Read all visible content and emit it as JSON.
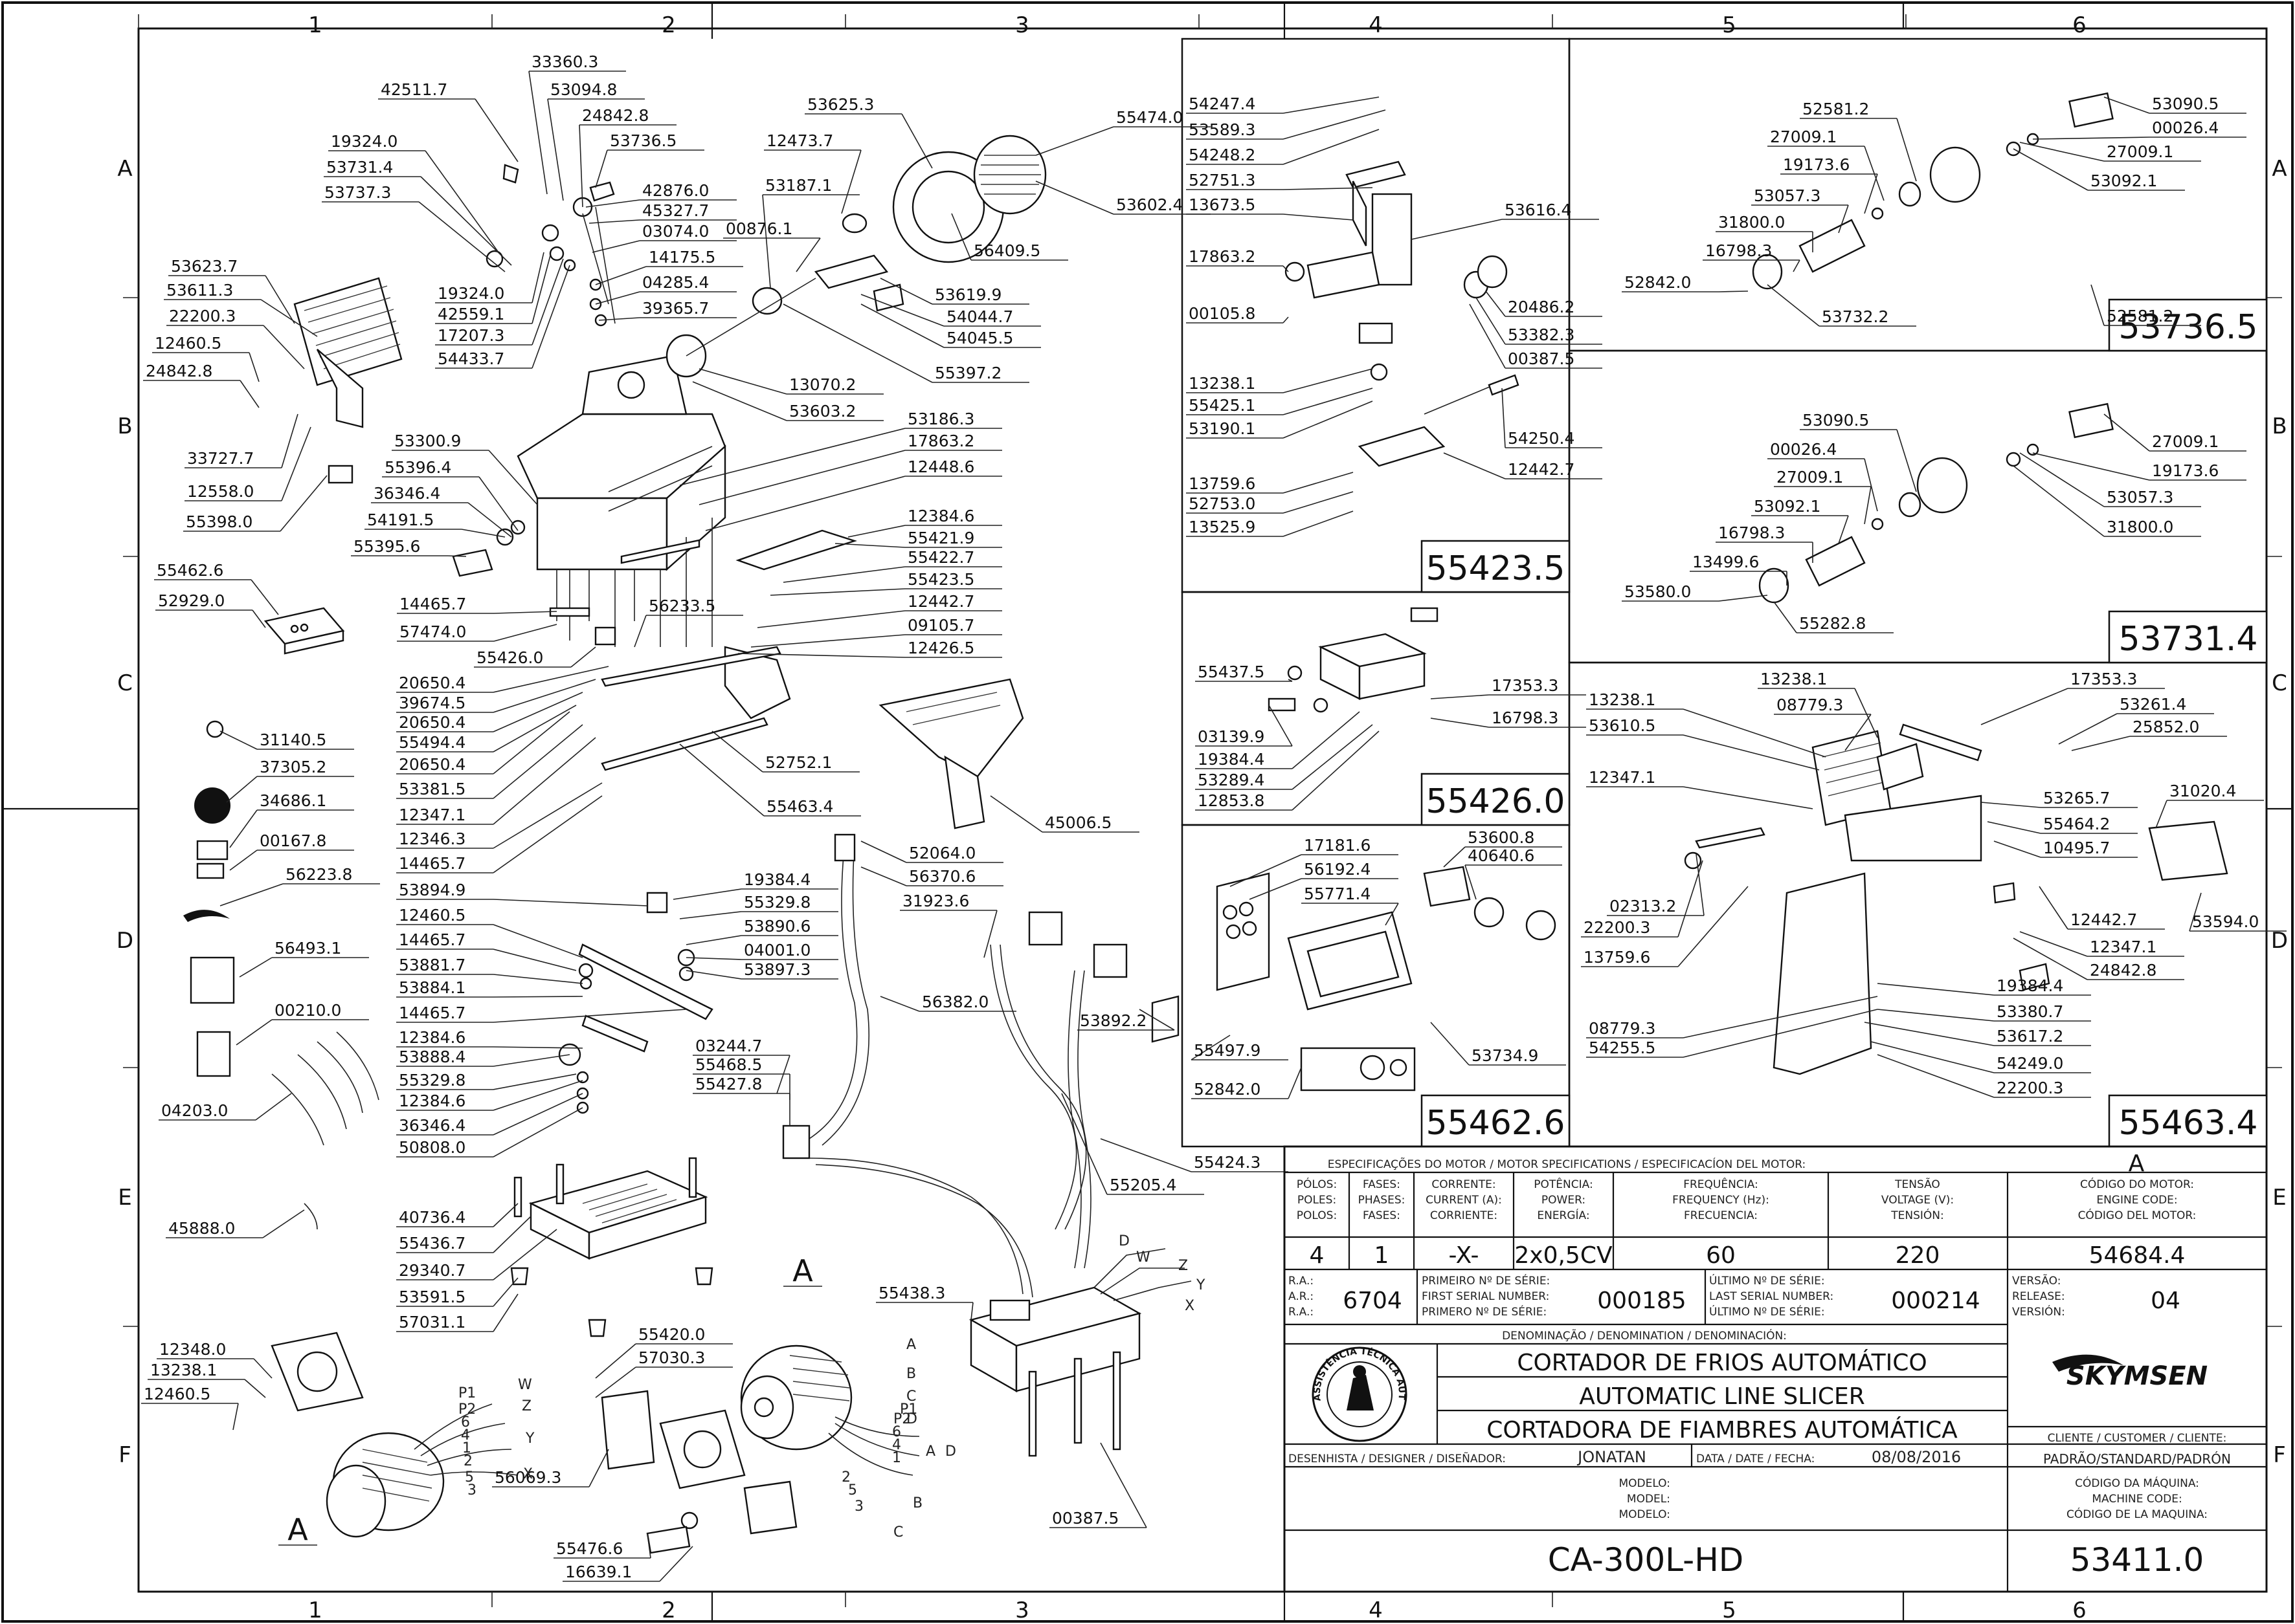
{
  "grid": {
    "columns": [
      "1",
      "2",
      "3",
      "4",
      "5",
      "6"
    ],
    "rows": [
      "A",
      "B",
      "C",
      "D",
      "E",
      "F"
    ]
  },
  "groups": [
    {
      "id": "g55423",
      "code": "55423.5"
    },
    {
      "id": "g55426",
      "code": "55426.0"
    },
    {
      "id": "g55462",
      "code": "55462.6"
    },
    {
      "id": "g53736",
      "code": "53736.5"
    },
    {
      "id": "g53731",
      "code": "53731.4"
    },
    {
      "id": "g55463",
      "code": "55463.4"
    }
  ],
  "callouts": [
    {
      "id": "c1",
      "text": "42511.7"
    },
    {
      "id": "c2",
      "text": "33360.3"
    },
    {
      "id": "c3",
      "text": "53094.8"
    },
    {
      "id": "c4",
      "text": "24842.8"
    },
    {
      "id": "c5",
      "text": "53736.5"
    },
    {
      "id": "c6",
      "text": "19324.0"
    },
    {
      "id": "c7",
      "text": "53731.4"
    },
    {
      "id": "c8",
      "text": "53737.3"
    },
    {
      "id": "c9",
      "text": "42876.0"
    },
    {
      "id": "c10",
      "text": "45327.7"
    },
    {
      "id": "c11",
      "text": "03074.0"
    },
    {
      "id": "c12",
      "text": "14175.5"
    },
    {
      "id": "c13",
      "text": "04285.4"
    },
    {
      "id": "c14",
      "text": "39365.7"
    },
    {
      "id": "c15",
      "text": "19324.0"
    },
    {
      "id": "c16",
      "text": "42559.1"
    },
    {
      "id": "c17",
      "text": "17207.3"
    },
    {
      "id": "c18",
      "text": "54433.7"
    },
    {
      "id": "c19",
      "text": "53623.7"
    },
    {
      "id": "c20",
      "text": "53611.3"
    },
    {
      "id": "c21",
      "text": "22200.3"
    },
    {
      "id": "c22",
      "text": "12460.5"
    },
    {
      "id": "c23",
      "text": "24842.8"
    },
    {
      "id": "c24",
      "text": "33727.7"
    },
    {
      "id": "c25",
      "text": "12558.0"
    },
    {
      "id": "c26",
      "text": "55398.0"
    },
    {
      "id": "c27",
      "text": "53625.3"
    },
    {
      "id": "c28",
      "text": "55474.0"
    },
    {
      "id": "c29",
      "text": "12473.7"
    },
    {
      "id": "c30",
      "text": "53602.4"
    },
    {
      "id": "c31",
      "text": "53187.1"
    },
    {
      "id": "c32",
      "text": "00876.1"
    },
    {
      "id": "c33",
      "text": "56409.5"
    },
    {
      "id": "c34",
      "text": "53619.9"
    },
    {
      "id": "c35",
      "text": "54044.7"
    },
    {
      "id": "c36",
      "text": "54045.5"
    },
    {
      "id": "c37",
      "text": "55397.2"
    },
    {
      "id": "c38",
      "text": "13070.2"
    },
    {
      "id": "c39",
      "text": "53603.2"
    },
    {
      "id": "c40",
      "text": "53186.3"
    },
    {
      "id": "c41",
      "text": "17863.2"
    },
    {
      "id": "c42",
      "text": "12448.6"
    },
    {
      "id": "c43",
      "text": "53300.9"
    },
    {
      "id": "c44",
      "text": "55396.4"
    },
    {
      "id": "c45",
      "text": "36346.4"
    },
    {
      "id": "c46",
      "text": "54191.5"
    },
    {
      "id": "c47",
      "text": "55395.6"
    },
    {
      "id": "c48",
      "text": "12384.6"
    },
    {
      "id": "c49",
      "text": "55421.9"
    },
    {
      "id": "c50",
      "text": "55422.7"
    },
    {
      "id": "c51",
      "text": "55423.5"
    },
    {
      "id": "c52",
      "text": "12442.7"
    },
    {
      "id": "c53",
      "text": "09105.7"
    },
    {
      "id": "c54",
      "text": "12426.5"
    },
    {
      "id": "c55",
      "text": "55462.6"
    },
    {
      "id": "c56",
      "text": "52929.0"
    },
    {
      "id": "c57",
      "text": "14465.7"
    },
    {
      "id": "c58",
      "text": "57474.0"
    },
    {
      "id": "c59",
      "text": "56233.5"
    },
    {
      "id": "c60",
      "text": "55426.0"
    },
    {
      "id": "c61",
      "text": "20650.4"
    },
    {
      "id": "c62",
      "text": "39674.5"
    },
    {
      "id": "c63",
      "text": "20650.4"
    },
    {
      "id": "c64",
      "text": "55494.4"
    },
    {
      "id": "c65",
      "text": "20650.4"
    },
    {
      "id": "c66",
      "text": "53381.5"
    },
    {
      "id": "c67",
      "text": "12347.1"
    },
    {
      "id": "c68",
      "text": "12346.3"
    },
    {
      "id": "c69",
      "text": "14465.7"
    },
    {
      "id": "c70",
      "text": "52752.1"
    },
    {
      "id": "c71",
      "text": "55463.4"
    },
    {
      "id": "c72",
      "text": "45006.5"
    },
    {
      "id": "c73",
      "text": "31140.5"
    },
    {
      "id": "c74",
      "text": "37305.2"
    },
    {
      "id": "c75",
      "text": "34686.1"
    },
    {
      "id": "c76",
      "text": "00167.8"
    },
    {
      "id": "c77",
      "text": "56223.8"
    },
    {
      "id": "c78",
      "text": "56493.1"
    },
    {
      "id": "c79",
      "text": "00210.0"
    },
    {
      "id": "c80",
      "text": "04203.0"
    },
    {
      "id": "c81",
      "text": "45888.0"
    },
    {
      "id": "c82",
      "text": "52064.0"
    },
    {
      "id": "c83",
      "text": "56370.6"
    },
    {
      "id": "c84",
      "text": "31923.6"
    },
    {
      "id": "c85",
      "text": "56382.0"
    },
    {
      "id": "c86",
      "text": "53892.2"
    },
    {
      "id": "c87",
      "text": "53894.9"
    },
    {
      "id": "c88",
      "text": "12460.5"
    },
    {
      "id": "c89",
      "text": "14465.7"
    },
    {
      "id": "c90",
      "text": "53881.7"
    },
    {
      "id": "c91",
      "text": "53884.1"
    },
    {
      "id": "c92",
      "text": "14465.7"
    },
    {
      "id": "c93",
      "text": "12384.6"
    },
    {
      "id": "c94",
      "text": "19384.4"
    },
    {
      "id": "c95",
      "text": "55329.8"
    },
    {
      "id": "c96",
      "text": "53890.6"
    },
    {
      "id": "c97",
      "text": "04001.0"
    },
    {
      "id": "c98",
      "text": "53897.3"
    },
    {
      "id": "c99",
      "text": "53888.4"
    },
    {
      "id": "c100",
      "text": "55329.8"
    },
    {
      "id": "c101",
      "text": "12384.6"
    },
    {
      "id": "c102",
      "text": "36346.4"
    },
    {
      "id": "c103",
      "text": "50808.0"
    },
    {
      "id": "c104",
      "text": "03244.7"
    },
    {
      "id": "c105",
      "text": "55468.5"
    },
    {
      "id": "c106",
      "text": "55427.8"
    },
    {
      "id": "c107",
      "text": "55424.3"
    },
    {
      "id": "c108",
      "text": "55205.4"
    },
    {
      "id": "c109",
      "text": "40736.4"
    },
    {
      "id": "c110",
      "text": "55436.7"
    },
    {
      "id": "c111",
      "text": "29340.7"
    },
    {
      "id": "c112",
      "text": "53591.5"
    },
    {
      "id": "c113",
      "text": "57031.1"
    },
    {
      "id": "c114",
      "text": "55438.3"
    },
    {
      "id": "c115",
      "text": "12348.0"
    },
    {
      "id": "c116",
      "text": "13238.1"
    },
    {
      "id": "c117",
      "text": "12460.5"
    },
    {
      "id": "c118",
      "text": "55420.0"
    },
    {
      "id": "c119",
      "text": "57030.3"
    },
    {
      "id": "c120",
      "text": "56069.3"
    },
    {
      "id": "c121",
      "text": "55476.6"
    },
    {
      "id": "c122",
      "text": "16639.1"
    },
    {
      "id": "c123",
      "text": "00387.5"
    },
    {
      "id": "c124",
      "text": "54247.4"
    },
    {
      "id": "c125",
      "text": "53589.3"
    },
    {
      "id": "c126",
      "text": "54248.2"
    },
    {
      "id": "c127",
      "text": "52751.3"
    },
    {
      "id": "c128",
      "text": "13673.5"
    },
    {
      "id": "c129",
      "text": "53616.4"
    },
    {
      "id": "c130",
      "text": "17863.2"
    },
    {
      "id": "c131",
      "text": "20486.2"
    },
    {
      "id": "c132",
      "text": "00105.8"
    },
    {
      "id": "c133",
      "text": "53382.3"
    },
    {
      "id": "c134",
      "text": "00387.5"
    },
    {
      "id": "c135",
      "text": "13238.1"
    },
    {
      "id": "c136",
      "text": "55425.1"
    },
    {
      "id": "c137",
      "text": "53190.1"
    },
    {
      "id": "c138",
      "text": "54250.4"
    },
    {
      "id": "c139",
      "text": "12442.7"
    },
    {
      "id": "c140",
      "text": "13759.6"
    },
    {
      "id": "c141",
      "text": "52753.0"
    },
    {
      "id": "c142",
      "text": "13525.9"
    },
    {
      "id": "c143",
      "text": "55437.5"
    },
    {
      "id": "c144",
      "text": "17353.3"
    },
    {
      "id": "c145",
      "text": "03139.9"
    },
    {
      "id": "c146",
      "text": "19384.4"
    },
    {
      "id": "c147",
      "text": "16798.3"
    },
    {
      "id": "c148",
      "text": "53289.4"
    },
    {
      "id": "c149",
      "text": "12853.8"
    },
    {
      "id": "c150",
      "text": "17181.6"
    },
    {
      "id": "c151",
      "text": "56192.4"
    },
    {
      "id": "c152",
      "text": "55771.4"
    },
    {
      "id": "c153",
      "text": "53600.8"
    },
    {
      "id": "c154",
      "text": "40640.6"
    },
    {
      "id": "c155",
      "text": "55497.9"
    },
    {
      "id": "c156",
      "text": "53734.9"
    },
    {
      "id": "c157",
      "text": "52842.0"
    },
    {
      "id": "c158",
      "text": "52581.2"
    },
    {
      "id": "c159",
      "text": "53090.5"
    },
    {
      "id": "c160",
      "text": "27009.1"
    },
    {
      "id": "c161",
      "text": "00026.4"
    },
    {
      "id": "c162",
      "text": "19173.6"
    },
    {
      "id": "c163",
      "text": "27009.1"
    },
    {
      "id": "c164",
      "text": "53057.3"
    },
    {
      "id": "c165",
      "text": "53092.1"
    },
    {
      "id": "c166",
      "text": "31800.0"
    },
    {
      "id": "c167",
      "text": "16798.3"
    },
    {
      "id": "c168",
      "text": "53732.2"
    },
    {
      "id": "c169",
      "text": "52842.0"
    },
    {
      "id": "c170",
      "text": "52581.2"
    },
    {
      "id": "c171",
      "text": "53090.5"
    },
    {
      "id": "c172",
      "text": "27009.1"
    },
    {
      "id": "c173",
      "text": "00026.4"
    },
    {
      "id": "c174",
      "text": "19173.6"
    },
    {
      "id": "c175",
      "text": "27009.1"
    },
    {
      "id": "c176",
      "text": "53057.3"
    },
    {
      "id": "c177",
      "text": "53092.1"
    },
    {
      "id": "c178",
      "text": "31800.0"
    },
    {
      "id": "c179",
      "text": "16798.3"
    },
    {
      "id": "c180",
      "text": "13499.6"
    },
    {
      "id": "c181",
      "text": "55282.8"
    },
    {
      "id": "c182",
      "text": "53580.0"
    },
    {
      "id": "c183",
      "text": "13238.1"
    },
    {
      "id": "c184",
      "text": "17353.3"
    },
    {
      "id": "c185",
      "text": "13238.1"
    },
    {
      "id": "c186",
      "text": "53261.4"
    },
    {
      "id": "c187",
      "text": "53610.5"
    },
    {
      "id": "c188",
      "text": "08779.3"
    },
    {
      "id": "c189",
      "text": "25852.0"
    },
    {
      "id": "c190",
      "text": "12347.1"
    },
    {
      "id": "c191",
      "text": "53265.7"
    },
    {
      "id": "c192",
      "text": "31020.4"
    },
    {
      "id": "c193",
      "text": "55464.2"
    },
    {
      "id": "c194",
      "text": "10495.7"
    },
    {
      "id": "c195",
      "text": "02313.2"
    },
    {
      "id": "c196",
      "text": "12442.7"
    },
    {
      "id": "c197",
      "text": "53594.0"
    },
    {
      "id": "c198",
      "text": "22200.3"
    },
    {
      "id": "c199",
      "text": "12347.1"
    },
    {
      "id": "c200",
      "text": "13759.6"
    },
    {
      "id": "c201",
      "text": "24842.8"
    },
    {
      "id": "c202",
      "text": "19384.4"
    },
    {
      "id": "c203",
      "text": "08779.3"
    },
    {
      "id": "c204",
      "text": "53380.7"
    },
    {
      "id": "c205",
      "text": "54255.5"
    },
    {
      "id": "c206",
      "text": "53617.2"
    },
    {
      "id": "c207",
      "text": "54249.0"
    },
    {
      "id": "c208",
      "text": "22200.3"
    }
  ],
  "motor_letters": [
    "A",
    "A",
    "A"
  ],
  "wire_labels": [
    "P1",
    "P2",
    "6",
    "4",
    "1",
    "2",
    "5",
    "3",
    "W",
    "Z",
    "Y",
    "X",
    "D",
    "W",
    "Z",
    "Y",
    "X",
    "A",
    "B",
    "C",
    "D",
    "P1",
    "P2",
    "6",
    "4",
    "1",
    "2",
    "5",
    "3",
    "D",
    "A",
    "B",
    "C"
  ],
  "title_block": {
    "spec_header": "ESPECIFICAÇÕES DO MOTOR / MOTOR SPECIFICATIONS / ESPECIFICACÍON DEL MOTOR:",
    "variant": "A",
    "columns": [
      {
        "l1": "PÓLOS:",
        "l2": "POLES:",
        "l3": "POLOS:",
        "value": "4"
      },
      {
        "l1": "FASES:",
        "l2": "PHASES:",
        "l3": "FASES:",
        "value": "1"
      },
      {
        "l1": "CORRENTE:",
        "l2": "CURRENT (A):",
        "l3": "CORRIENTE:",
        "value": "-X-"
      },
      {
        "l1": "POTÊNCIA:",
        "l2": "POWER:",
        "l3": "ENERGÍA:",
        "value": "2x0,5CV"
      },
      {
        "l1": "FREQUÊNCIA:",
        "l2": "FREQUENCY (Hz):",
        "l3": "FRECUENCIA:",
        "value": "60"
      },
      {
        "l1": "TENSÃO",
        "l2": "VOLTAGE (V):",
        "l3": "TENSIÓN:",
        "value": "220"
      },
      {
        "l1": "CÓDIGO DO MOTOR:",
        "l2": "ENGINE CODE:",
        "l3": "CÓDIGO DEL MOTOR:",
        "value": "54684.4"
      }
    ],
    "ra_labels": [
      "R.A.:",
      "A.R.:",
      "R.A.:"
    ],
    "ra_value": "6704",
    "first_serial_labels": [
      "PRIMEIRO Nº DE SÉRIE:",
      "FIRST SERIAL NUMBER:",
      "PRIMERO Nº DE SÉRIE:"
    ],
    "first_serial": "000185",
    "last_serial_labels": [
      "ÚLTIMO Nº DE SÉRIE:",
      "LAST SERIAL NUMBER:",
      "ÚLTIMO Nº DE SÉRIE:"
    ],
    "last_serial": "000214",
    "version_labels": [
      "VERSÃO:",
      "RELEASE:",
      "VERSIÓN:"
    ],
    "version": "04",
    "denomination_header": "DENOMINAÇÃO / DENOMINATION / DENOMINACIÓN:",
    "names": [
      "CORTADOR DE FRIOS AUTOMÁTICO",
      "AUTOMATIC LINE SLICER",
      "CORTADORA DE FIAMBRES AUTOMÁTICA"
    ],
    "seal_text": "ASSISTÊNCIA TÉCNICA AUTORIZADA",
    "brand": "SKYMSEN",
    "customer_label": "CLIENTE / CUSTOMER / CLIENTE:",
    "customer": "PADRÃO/STANDARD/PADRÓN",
    "designer_label": "DESENHISTA / DESIGNER / DISEÑADOR:",
    "designer": "JONATAN",
    "date_label": "DATA / DATE / FECHA:",
    "date": "08/08/2016",
    "model_labels": [
      "MODELO:",
      "MODEL:",
      "MODELO:"
    ],
    "machine_code_labels": [
      "CÓDIGO DA MÁQUINA:",
      "MACHINE CODE:",
      "CÓDIGO DE LA MAQUINA:"
    ],
    "model": "CA-300L-HD",
    "machine_code": "53411.0"
  },
  "colors": {
    "ink": "#111111",
    "paper": "#ffffff"
  }
}
